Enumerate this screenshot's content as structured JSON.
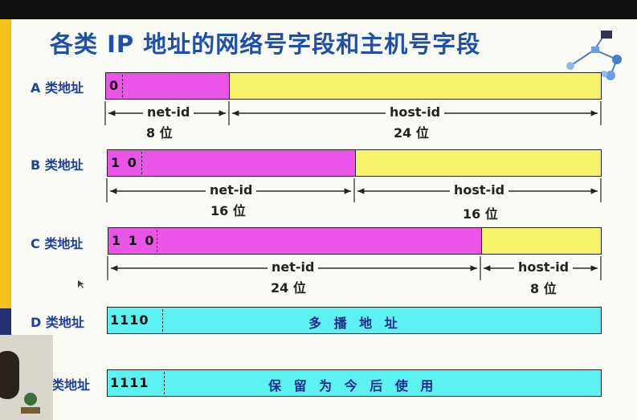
{
  "title": "各类 IP 地址的网络号字段和主机号字段",
  "colors": {
    "netid": "#ea55e8",
    "hostid": "#f6f46a",
    "special": "#5df2f2",
    "title": "#1f4fa8"
  },
  "classes": [
    {
      "label": "A 类地址",
      "bits": "0",
      "dims": [
        {
          "name": "net-id",
          "len": "8 位"
        },
        {
          "name": "host-id",
          "len": "24 位"
        }
      ]
    },
    {
      "label": "B 类地址",
      "bits": "1 0",
      "dims": [
        {
          "name": "net-id",
          "len": "16 位"
        },
        {
          "name": "host-id",
          "len": "16 位"
        }
      ]
    },
    {
      "label": "C 类地址",
      "bits": "1 1 0",
      "dims": [
        {
          "name": "net-id",
          "len": "24 位"
        },
        {
          "name": "host-id",
          "len": "8 位"
        }
      ]
    },
    {
      "label": "D 类地址",
      "bits": "1110",
      "text": "多 播 地 址"
    },
    {
      "label": "类地址",
      "bits": "1111",
      "text": "保 留 为 今 后 使 用"
    }
  ]
}
